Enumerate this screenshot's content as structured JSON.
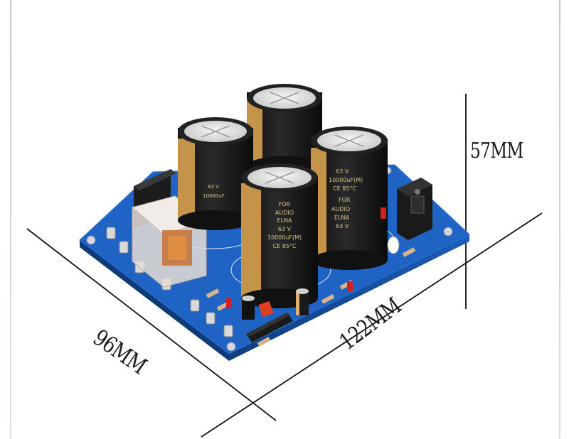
{
  "dimensions": {
    "height": "57MM",
    "width": "122MM",
    "depth": "96MM"
  },
  "capacitor": {
    "line1": "FOR",
    "line2": "AUDIO",
    "line3": "ELNA",
    "line4": "63  V",
    "line5": "10000uF(M)",
    "line6": "CE  85°C"
  },
  "colors": {
    "pcb": "#1f63c4",
    "capacitor_body": "#1b1b1b",
    "capacitor_sleeve": "#c4944a",
    "relay": "#e7ddd6"
  }
}
